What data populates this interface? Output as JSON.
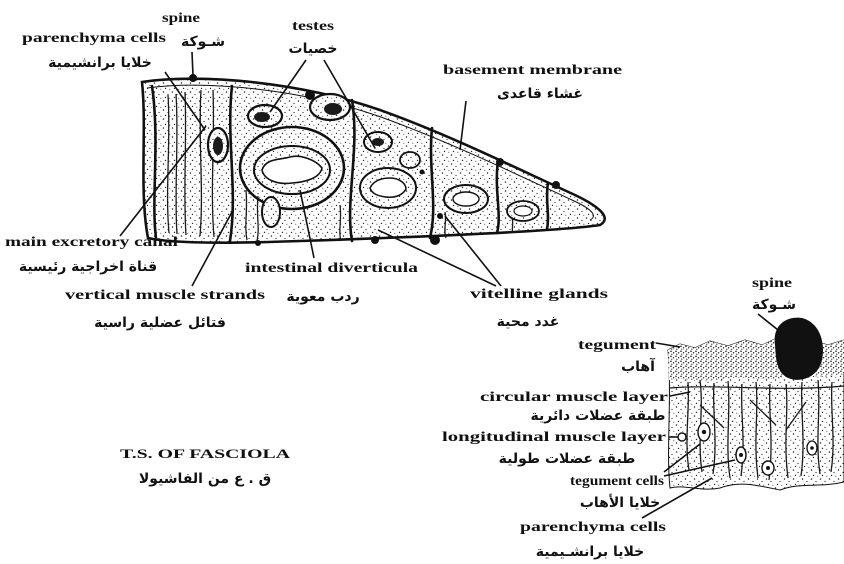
{
  "caption": {
    "en": "T.S. OF FASCIOLA",
    "ar": "ق . ع من الفاشيولا"
  },
  "section": {
    "spine": {
      "en": "spine",
      "ar": "شـوكة"
    },
    "parenchyma_cells": {
      "en": "parenchyma cells",
      "ar": "خلايا برانشيمية"
    },
    "testes": {
      "en": "testes",
      "ar": "خصيات"
    },
    "basement_membrane": {
      "en": "basement membrane",
      "ar": "غشاء قاعدى"
    },
    "main_excretory_canal": {
      "en": "main excretory canal",
      "ar": "قناة اخراجية رئيسية"
    },
    "intestinal_diverticula": {
      "en": "intestinal diverticula",
      "ar": "ردب معوية"
    },
    "vertical_muscle_strands": {
      "en": "vertical muscle strands",
      "ar": "فتائل عضلية راسية"
    },
    "vitelline_glands": {
      "en": "vitelline glands",
      "ar": "غدد محية"
    }
  },
  "detail": {
    "spine": {
      "en": "spine",
      "ar": "شـوكة"
    },
    "tegument": {
      "en": "tegument",
      "ar": "آهاب"
    },
    "circular_muscle_layer": {
      "en": "circular muscle layer",
      "ar": "طبقة عضلات دائرية"
    },
    "longitudinal_muscle_layer": {
      "en": "longitudinal muscle layer",
      "ar": "طبقة عضلات طولية"
    },
    "tegument_cells": {
      "en": "tegument cells",
      "ar": "خلايا الأهاب"
    },
    "parenchyma_cells": {
      "en": "parenchyma cells",
      "ar": "خلايا برانشـيمية"
    }
  },
  "colors": {
    "ink": "#111111",
    "paper": "#ffffff"
  }
}
